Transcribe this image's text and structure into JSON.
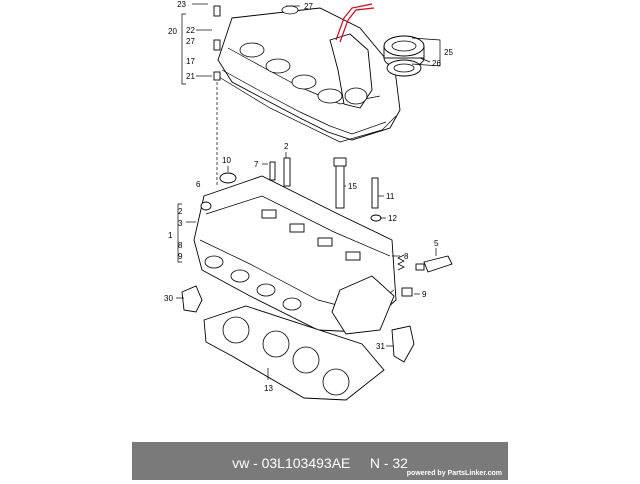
{
  "callouts": [
    "23",
    "27",
    "20",
    "22",
    "27",
    "17",
    "21",
    "25",
    "26",
    "10",
    "7",
    "2",
    "6",
    "15",
    "11",
    "2",
    "3",
    "12",
    "1",
    "8",
    "9",
    "5",
    "8",
    "30",
    "9",
    "31",
    "13"
  ],
  "caption": {
    "text": "vw - 03L103493AE     N - 32",
    "powered": "powered by PartsLinker.com"
  }
}
